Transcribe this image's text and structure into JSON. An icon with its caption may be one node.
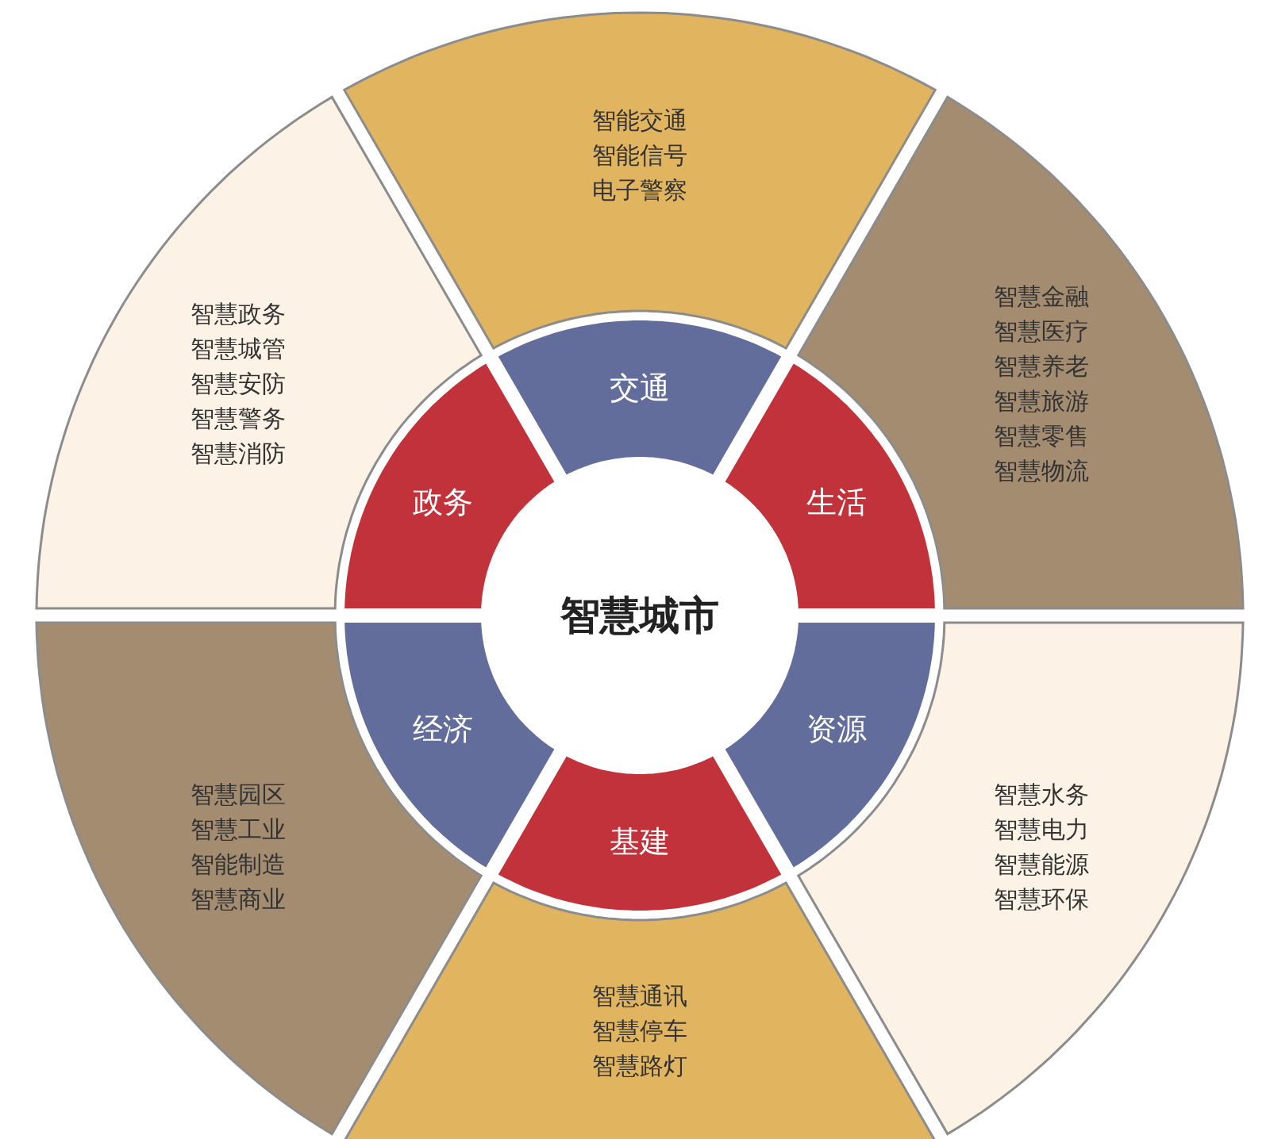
{
  "diagram": {
    "nodes": [
      {
        "text": [
          "智慧城市"
        ]
      },
      {
        "text": [
          "交通"
        ]
      },
      {
        "text": [
          "政务"
        ]
      },
      {
        "text": [
          "生活"
        ]
      },
      {
        "text": [
          "经济"
        ]
      },
      {
        "text": [
          "资源"
        ]
      },
      {
        "text": [
          "基建"
        ]
      },
      {
        "text": [
          "智能交通",
          "智能信号",
          "电子警察"
        ]
      },
      {
        "text": [
          "智慧政务",
          "智慧城管",
          "智慧安防",
          "智慧警务",
          "智慧消防"
        ]
      },
      {
        "text": [
          "智慧金融",
          "智慧医疗",
          "智慧养老",
          "智慧旅游",
          "智慧零售",
          "智慧物流"
        ]
      },
      {
        "text": [
          "智慧园区",
          "智慧工业",
          "智能制造",
          "智慧商业"
        ]
      },
      {
        "text": [
          "智慧水务",
          "智慧电力",
          "智慧能源",
          "智慧环保"
        ]
      },
      {
        "text": [
          "智慧通讯",
          "智慧停车",
          "智慧路灯"
        ]
      }
    ]
  }
}
